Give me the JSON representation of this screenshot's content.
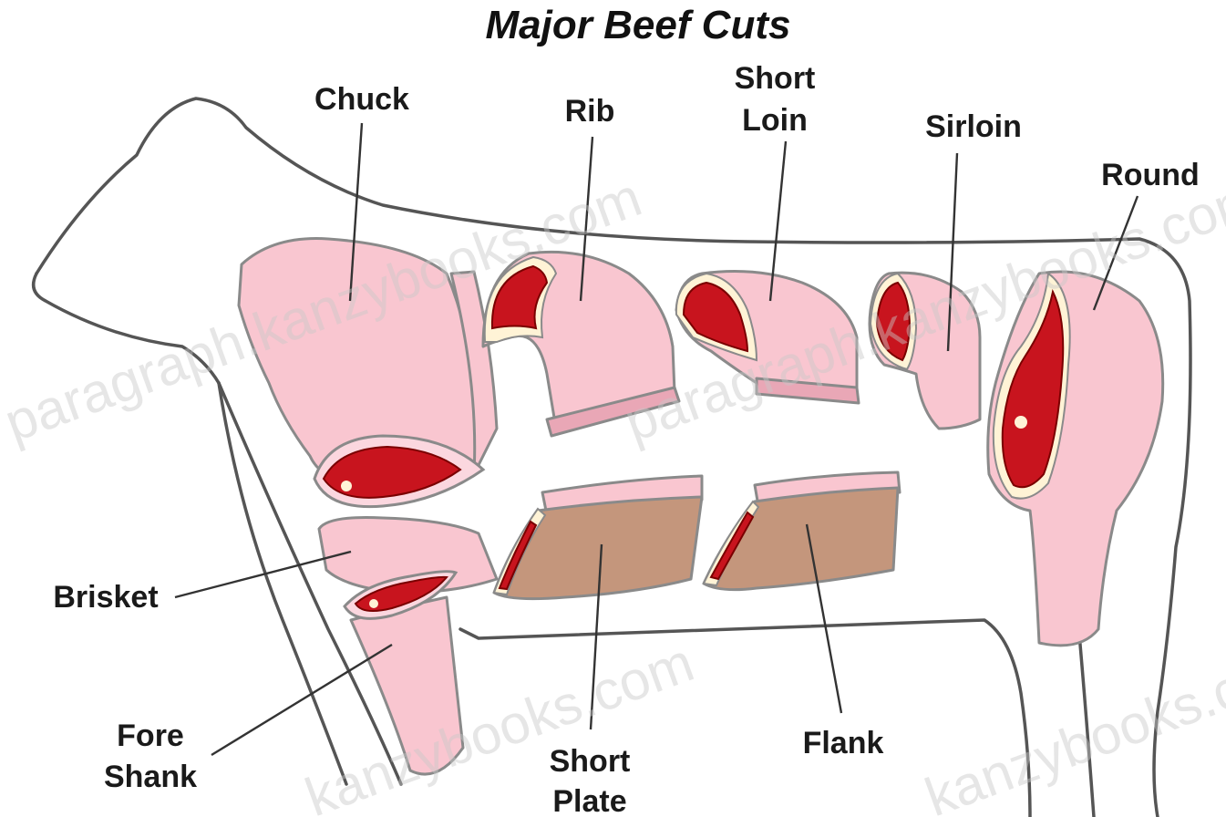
{
  "title": "Major Beef Cuts",
  "labels": {
    "chuck": "Chuck",
    "rib": "Rib",
    "short_loin_1": "Short",
    "short_loin_2": "Loin",
    "sirloin": "Sirloin",
    "round": "Round",
    "brisket": "Brisket",
    "fore_shank_1": "Fore",
    "fore_shank_2": "Shank",
    "short_plate_1": "Short",
    "short_plate_2": "Plate",
    "flank": "Flank"
  },
  "watermarks": [
    "paragraph.kanzybooks.com",
    "paragraph.kanzybooks.com",
    "kanzybooks.com",
    "kanzybooks.com"
  ],
  "colors": {
    "pink": "#f9c6d0",
    "pink_light": "#fbd7df",
    "pink_dark": "#e9a7b6",
    "meat": "#c8141e",
    "tan": "#c4967c",
    "outline": "#555555"
  }
}
